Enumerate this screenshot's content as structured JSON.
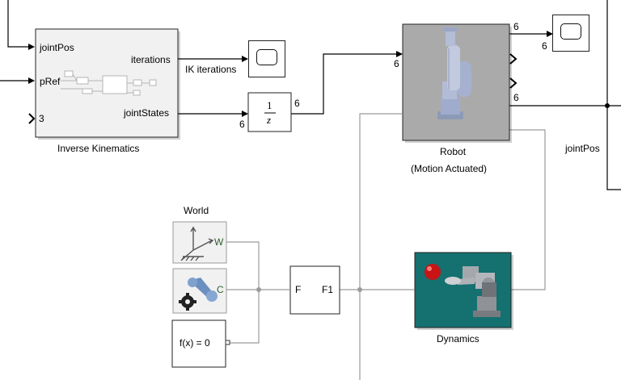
{
  "inverse_kinematics": {
    "title": "Inverse Kinematics",
    "port_jointpos": "jointPos",
    "port_pref": "pRef",
    "port_3": "3",
    "port_iterations": "iterations",
    "port_jointstates": "jointStates"
  },
  "ik_iterations_label": "IK iterations",
  "unit_delay": {
    "numerator": "1",
    "denominator": "z"
  },
  "dims": {
    "d1": "6",
    "d2": "6",
    "d3": "6",
    "d4": "6",
    "d5": "6",
    "d6": "6"
  },
  "robot": {
    "title": "Robot",
    "subtitle": "(Motion Actuated)"
  },
  "jointpos_label": "jointPos",
  "world": {
    "title": "World",
    "port_w": "W"
  },
  "solver_port_c": "C",
  "solver_config": {
    "text": "f(x) = 0"
  },
  "frame_block": {
    "port_f": "F",
    "port_f1": "F1"
  },
  "dynamics": {
    "title": "Dynamics"
  },
  "colors": {
    "dynamics_bg": "#157070",
    "robot_bg": "#aaaaaa",
    "conn_line": "#9b9b9b"
  }
}
